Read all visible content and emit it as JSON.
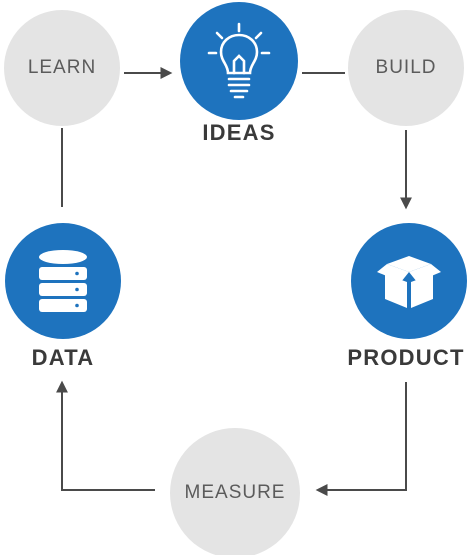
{
  "diagram": {
    "nodes": {
      "learn": "LEARN",
      "ideas": "IDEAS",
      "build": "BUILD",
      "product": "PRODUCT",
      "measure": "MEASURE",
      "data": "DATA"
    },
    "icons": {
      "ideas": "lightbulb-icon",
      "product": "box-icon",
      "data": "database-icon"
    },
    "colors": {
      "accent": "#1e73be",
      "grey_node": "#e4e4e4",
      "connector": "#4a4a4a",
      "label": "#3a3a3a"
    }
  }
}
